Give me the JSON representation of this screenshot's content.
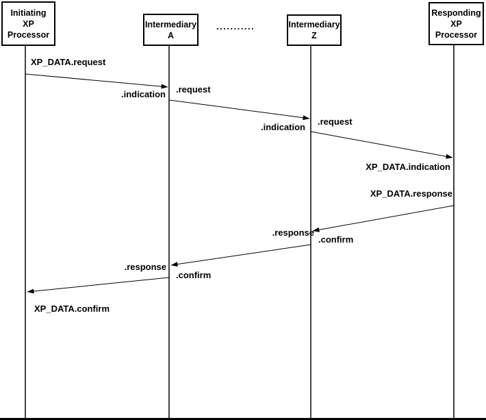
{
  "colors": {
    "line": "#000000",
    "text": "#000000",
    "background": "#ffffff"
  },
  "diagram": {
    "actors": [
      {
        "id": "initiating-xp-processor",
        "lines": [
          "Initiating",
          "XP",
          "Processor"
        ]
      },
      {
        "id": "intermediary-a",
        "lines": [
          "Intermediary",
          "A"
        ]
      },
      {
        "id": "intermediary-z",
        "lines": [
          "Intermediary",
          "Z"
        ]
      },
      {
        "id": "responding-xp-processor",
        "lines": [
          "Responding",
          "XP",
          "Processor"
        ]
      }
    ],
    "ellipsis": "...........",
    "messages": [
      {
        "from": "initiating-xp-processor",
        "to": "intermediary-a"
      },
      {
        "from": "intermediary-a",
        "to": "intermediary-z"
      },
      {
        "from": "intermediary-z",
        "to": "responding-xp-processor"
      },
      {
        "from": "responding-xp-processor",
        "to": "intermediary-z"
      },
      {
        "from": "intermediary-z",
        "to": "intermediary-a"
      },
      {
        "from": "intermediary-a",
        "to": "initiating-xp-processor"
      }
    ],
    "flow_labels": [
      {
        "id": "xp-data-request",
        "text": "XP_DATA.request"
      },
      {
        "id": "indication-at-a",
        "text": ".indication"
      },
      {
        "id": "request-from-a",
        "text": ".request"
      },
      {
        "id": "indication-at-z",
        "text": ".indication"
      },
      {
        "id": "request-from-z",
        "text": ".request"
      },
      {
        "id": "xp-data-indication",
        "text": "XP_DATA.indication"
      },
      {
        "id": "xp-data-response",
        "text": "XP_DATA.response"
      },
      {
        "id": "response-at-z",
        "text": ".response"
      },
      {
        "id": "confirm-from-z",
        "text": ".confirm"
      },
      {
        "id": "response-at-a",
        "text": ".response"
      },
      {
        "id": "confirm-from-a",
        "text": ".confirm"
      },
      {
        "id": "xp-data-confirm",
        "text": "XP_DATA.confirm"
      }
    ]
  }
}
